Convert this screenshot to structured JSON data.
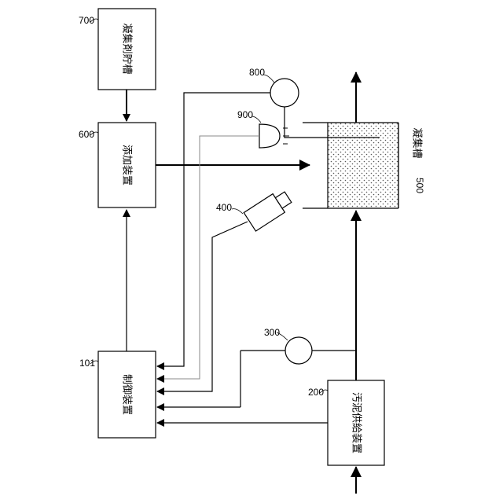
{
  "components": {
    "coagulant_tank": {
      "ref": "700",
      "label": "凝集剤貯槽"
    },
    "addition_device": {
      "ref": "600",
      "label": "添加装置"
    },
    "controller": {
      "ref": "101",
      "label": "制御装置"
    },
    "sludge_supply": {
      "ref": "200",
      "label": "汚泥供給装置"
    },
    "flow_sensor": {
      "ref": "300"
    },
    "camera": {
      "ref": "400"
    },
    "coagulation_tank": {
      "ref": "500",
      "label": "凝集槽"
    },
    "sensor_800": {
      "ref": "800"
    },
    "light_900": {
      "ref": "900"
    }
  },
  "colors": {
    "line": "#000000",
    "light_line": "#888888",
    "dots": "#555555"
  }
}
